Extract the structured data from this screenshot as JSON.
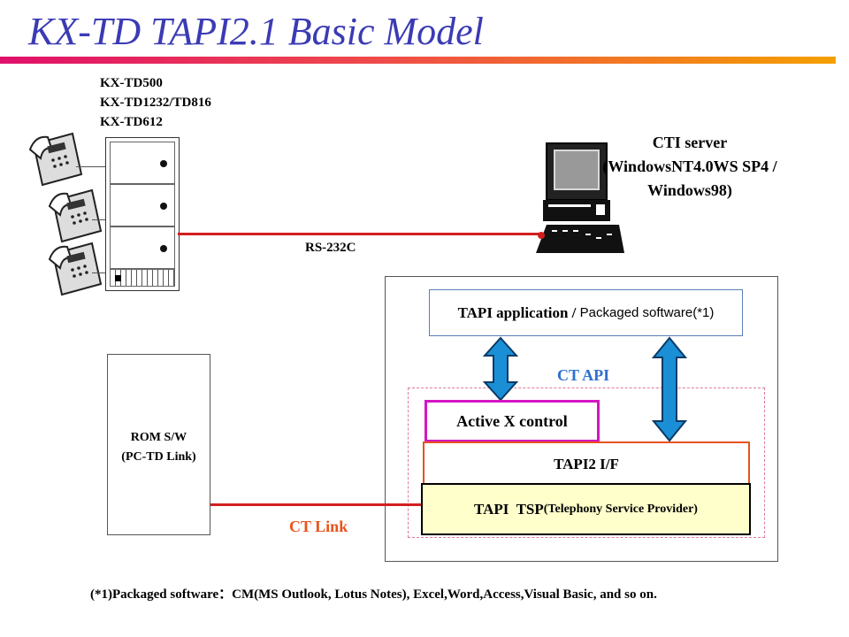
{
  "title": "KX-TD TAPI2.1 Basic Model",
  "pbx": {
    "models": [
      "KX-TD500",
      "KX-TD1232/TD816",
      "KX-TD612"
    ]
  },
  "cti_server": {
    "lines": [
      "CTI server",
      "(WindowsNT4.0WS SP4 /",
      "Windows98)"
    ]
  },
  "rs232_label": "RS-232C",
  "tapi_app": {
    "label": "TAPI application /",
    "sub": "Packaged software(*1)"
  },
  "ct_api_label": "CT API",
  "activex_label": "Active X control",
  "tapi2_label": "TAPI2 I/F",
  "tsp": {
    "label": "TAPI  TSP",
    "sub": "(Telephony Service Provider)"
  },
  "rom": {
    "line1": "ROM S/W",
    "line2": "(PC-TD Link)"
  },
  "ct_link_label": "CT Link",
  "footnote": "(*1)Packaged software：CM(MS Outlook, Lotus Notes), Excel,Word,Access,Visual Basic, and so on.",
  "colors": {
    "title": "#3b3bb5",
    "link_line": "#d21f1f",
    "ct_api": "#2f6fcf",
    "activex_border": "#d416c2",
    "tapi2_border": "#e8531c",
    "tsp_fill": "#ffffcc",
    "arrow": "#1a8fd6"
  }
}
